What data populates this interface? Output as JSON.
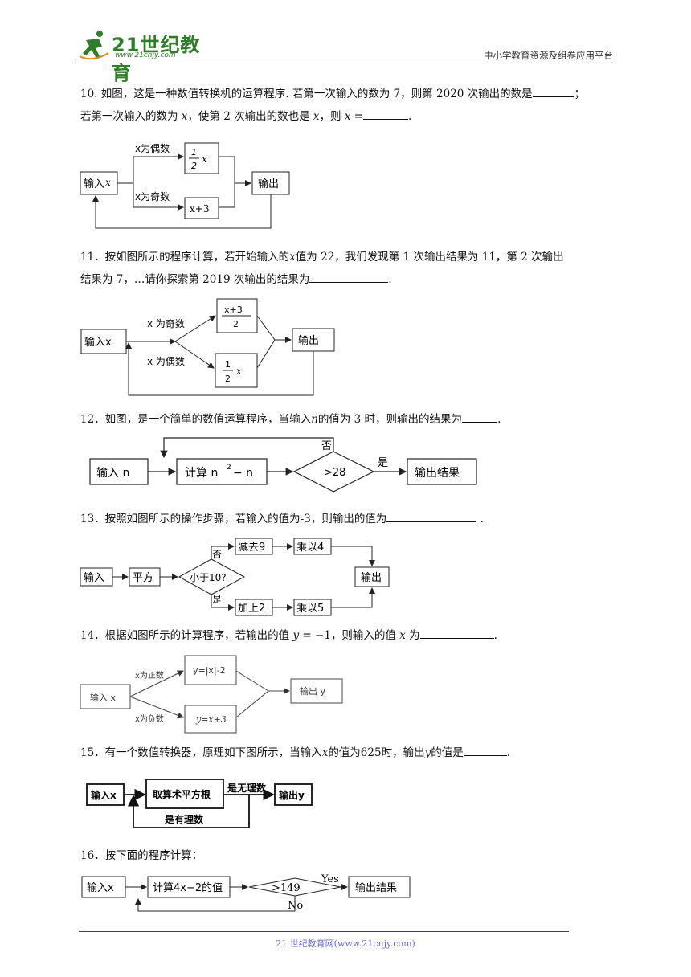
{
  "header": {
    "logo_text": "21世纪教育",
    "logo_url": "www.21cnjy.com",
    "right_text": "中小学教育资源及组卷应用平台"
  },
  "questions": [
    {
      "id": "q10",
      "line1": "10. 如图，这是一种数值转换机的运算程序. 若第一次输入的数为 7，则第 2020 次输出的数是",
      "line1_end": "；",
      "line2a": "若第一次输入的数为 ",
      "line2_var": "x",
      "line2b": "，使第 2 次输出的数也是 ",
      "line2_var2": "x",
      "line2c": "，则 ",
      "line2_var3": "x",
      "line2d": " =",
      "line2_end": "."
    },
    {
      "id": "q11",
      "line1a": "11．按如图所示的程序计算，若开始输入的",
      "line1_var": "x",
      "line1b": "值为 22，我们发现第 1 次输出结果为 11，第 2 次输出",
      "line2": "结果为 7，…请你探索第 2019 次输出的结果为",
      "line2_end": "."
    },
    {
      "id": "q12",
      "line1a": "12．如图，是一个简单的数值运算程序，当输入",
      "line1_var": "n",
      "line1b": "的值为  3 时，则输出的结果为",
      "line1_end": "."
    },
    {
      "id": "q13",
      "line1": "13．按照如图所示的操作步骤，若输入的值为-3，则输出的值为",
      "line1_end": " ."
    },
    {
      "id": "q14",
      "line1a": "14．根据如图所示的计算程序，若输出的值 ",
      "line1_var": "y",
      "line1b": " = −1，则输入的值 ",
      "line1_var2": "x",
      "line1c": " 为",
      "line1_end": "."
    },
    {
      "id": "q15",
      "line1a": "15．有一个数值转换器，原理如下图所示，当输入",
      "line1_var": "x",
      "line1b": "的值为625时，输出",
      "line1_var2": "y",
      "line1c": "的值是",
      "line1_end": "."
    },
    {
      "id": "q16",
      "line1": "16．按下面的程序计算："
    }
  ],
  "diagrams": {
    "d10": {
      "input": "输入",
      "input_var": "x",
      "cond_even": "x为偶数",
      "cond_odd": "x为奇数",
      "op_even_num": "1",
      "op_even_den": "2",
      "op_even_var": "x",
      "op_odd": "x+3",
      "output": "输出"
    },
    "d11": {
      "input": "输入x",
      "cond_odd": "x 为奇数",
      "cond_even": "x 为偶数",
      "op_odd_num": "x+3",
      "op_odd_den": "2",
      "op_even_num": "1",
      "op_even_den": "2",
      "op_even_var": "x",
      "output": "输出"
    },
    "d12": {
      "input": "输入 n",
      "compute": "计算 n",
      "compute_exp": "2",
      "compute_tail": "− n",
      "cond": ">28",
      "no": "否",
      "yes": "是",
      "output": "输出结果"
    },
    "d13": {
      "input": "输入",
      "square": "平方",
      "cond": "小于10?",
      "no": "否",
      "yes": "是",
      "sub": "减去9",
      "mul4": "乘以4",
      "add": "加上2",
      "mul5": "乘以5",
      "output": "输出"
    },
    "d14": {
      "input": "输入 x",
      "cond_pos": "x为正数",
      "cond_neg": "x为负数",
      "op_pos": "y=|x|-2",
      "op_neg": "y=x+3",
      "output": "输出 y"
    },
    "d15": {
      "input": "输入x",
      "op": "取算术平方根",
      "irr": "是无理数",
      "rat": "是有理数",
      "output": "输出y"
    },
    "d16": {
      "input": "输入x",
      "compute": "计算4x−2的值",
      "cond": ">149",
      "yes": "Yes",
      "no": "No",
      "output": "输出结果"
    }
  },
  "footer": {
    "text": "21 世纪教育网(www.21cnjy.com)"
  },
  "colors": {
    "logo_green": "#2f7d2a",
    "footer_blue": "#6a6ad0"
  }
}
